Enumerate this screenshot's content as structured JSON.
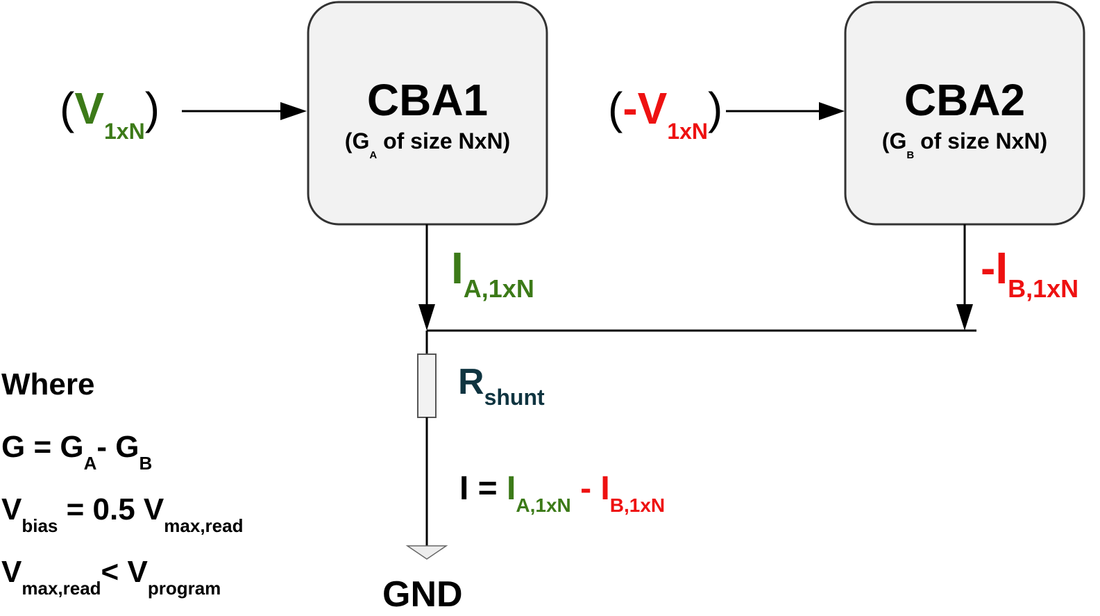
{
  "colors": {
    "green": "#3c7a18",
    "red": "#ee1111",
    "dark_teal": "#0f3440",
    "box_fill": "#f2f2f2"
  },
  "cba1": {
    "title": "CBA1",
    "sub_open": "(G",
    "sub_letter": "A",
    "sub_rest": " of size NxN)"
  },
  "cba2": {
    "title": "CBA2",
    "sub_open": "(G",
    "sub_letter": "B",
    "sub_rest": " of size NxN)"
  },
  "input1": {
    "open": "(",
    "main": "V",
    "sub": "1xN",
    "close": ")"
  },
  "input2": {
    "open": "(",
    "main": "-V",
    "sub": "1xN",
    "close": ")"
  },
  "current_a": {
    "main": "I",
    "sub": "A,1xN"
  },
  "current_b": {
    "main": "-I",
    "sub": "B,1xN"
  },
  "resistor": {
    "main": "R",
    "sub": "shunt"
  },
  "equation": {
    "lhs": "I = ",
    "a_main": "I",
    "a_sub": "A,1xN",
    "minus": " - ",
    "b_main": "I",
    "b_sub": "B,1xN"
  },
  "ground": {
    "label": "GND"
  },
  "where": {
    "heading": "Where",
    "line1": {
      "p1": "G = G",
      "s1": "A",
      "p2": "- G",
      "s2": "B"
    },
    "line2": {
      "p1": "V",
      "s1": "bias",
      "p2": " = 0.5 V",
      "s2": "max,read"
    },
    "line3": {
      "p1": "V",
      "s1": "max,read",
      "p2": "< V",
      "s2": "program"
    }
  }
}
